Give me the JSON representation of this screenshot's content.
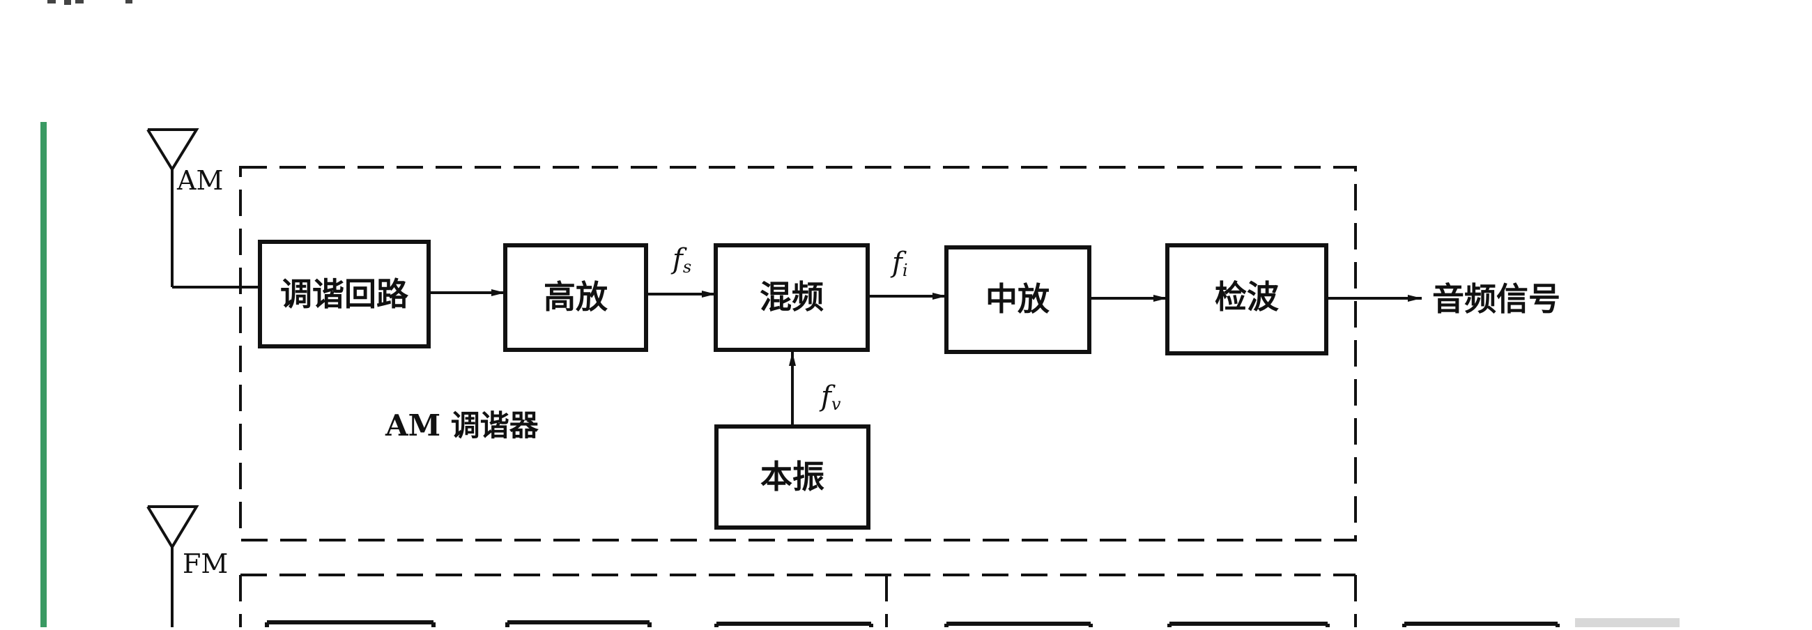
{
  "colors": {
    "ink": "#111111",
    "accent_bar": "#3a9a63",
    "background": "#ffffff"
  },
  "am_section": {
    "antenna_label": "AM",
    "tuner_label": "AM 调谐器",
    "blocks": {
      "tuning_circuit": "调谐回路",
      "rf_amplifier": "高放",
      "mixer": "混频",
      "if_amplifier": "中放",
      "detector": "检波",
      "local_oscillator": "本振"
    },
    "signals": {
      "fs": {
        "main": "f",
        "sub": "s"
      },
      "fi": {
        "main": "f",
        "sub": "i"
      },
      "fv": {
        "main": "f",
        "sub": "v"
      }
    },
    "output_label": "音频信号"
  },
  "fm_section": {
    "antenna_label": "FM"
  }
}
